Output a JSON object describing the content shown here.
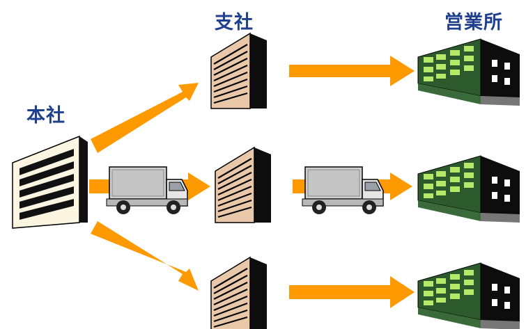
{
  "labels": {
    "head_office": "本社",
    "branch": "支社",
    "sales_office": "営業所"
  },
  "colors": {
    "arrow": "#ff9900",
    "label_text": "#1f3f8f",
    "building_dark": "#0d0d0d",
    "branch_face": "#e8c8a8",
    "office_face": "#2d5a2d",
    "office_window": "#b6e86a",
    "hq_face": "#fbf5e2"
  },
  "icons": {
    "head_office": "office-building-icon",
    "branch": "tall-building-icon",
    "sales_office": "warehouse-building-icon",
    "vehicle": "delivery-truck-icon"
  }
}
